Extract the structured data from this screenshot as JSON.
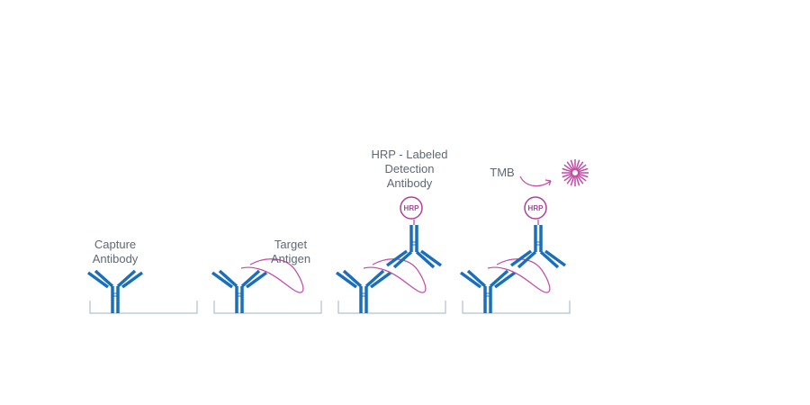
{
  "labels": {
    "capture_line1": "Capture",
    "capture_line2": "Antibody",
    "target_line1": "Target",
    "target_line2": "Antigen",
    "detection_line1": "HRP - Labeled",
    "detection_line2": "Detection",
    "detection_line3": "Antibody",
    "tmb": "TMB",
    "hrp_badge": "HRP"
  },
  "colors": {
    "antibody": "#1a6fbd",
    "antigen": "#c24aa6",
    "hrp": "#b0409e",
    "well": "#9fb3c8",
    "text": "#5f6877"
  },
  "icons": [
    "capture-antibody-icon",
    "target-antigen-icon",
    "detection-antibody-icon",
    "hrp-label-icon",
    "tmb-signal-burst-icon",
    "arrow-icon"
  ]
}
